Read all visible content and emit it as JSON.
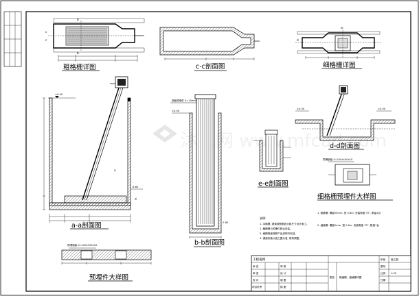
{
  "views": {
    "coarse_screen_detail": "粗格栅详图",
    "section_cc": "c-c剖面图",
    "fine_screen_detail": "细格栅详图",
    "section_aa": "a-a剖面图",
    "section_bb": "b-b剖面图",
    "section_dd": "d-d剖面图",
    "section_ee": "e-e剖面图",
    "fine_screen_embedded": "细格栅预埋件大样图",
    "embedded_detail": "预埋件大样图"
  },
  "section_marks": {
    "a": "a",
    "b": "b",
    "c": "c",
    "d": "d",
    "e": "e"
  },
  "notes": {
    "heading": "说明",
    "items": [
      "1. 本格栅, 渠道按照图纸大致尺寸设计施工。",
      "2. 格栅需与预埋件配合安装。",
      "3. 格栅角度按照产品说明书安装。",
      "4. 渠道标高以施工图为准, 现场调整。"
    ],
    "right_items": [
      "1. 粗格栅: 栅距20mm, 宽 0.8m, 安装角度 75°, 数量1台",
      "2. 细格栅: 栅距5mm, 宽 0.6m, 安装角度 75°, 数量1台"
    ]
  },
  "title_block": {
    "project_label": "工程名称",
    "rows": [
      [
        "审 定",
        "审 核"
      ],
      [
        "审 查",
        "设 计"
      ],
      [
        "校 对",
        "制 图"
      ],
      [
        "项目负责",
        "描 图"
      ]
    ],
    "drawing_label": "图名",
    "drawing_name": "粗格栅、细格栅详图",
    "right_fields": [
      [
        "阶段",
        "施工图"
      ],
      [
        "图号",
        ""
      ],
      [
        "比例",
        "1:50"
      ],
      [
        "日期",
        ""
      ]
    ]
  },
  "watermark": "沐风网 www.mfcad.com",
  "dimensions": {
    "elev_top": "±0.00",
    "elev_bottom": "-7.60",
    "elev_mid": "-6.60",
    "plate": "钢板预埋件 δ=10mm",
    "tag": "预埋钢板 δ=100x150x10"
  }
}
